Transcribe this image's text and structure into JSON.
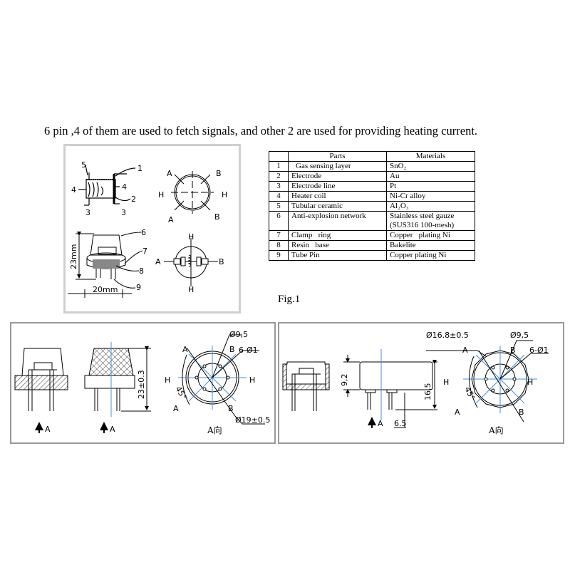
{
  "headline": "6 pin ,4 of them are used to fetch signals, and other 2 are used for providing heating current.",
  "figure_caption": "Fig.1",
  "table": {
    "headers": [
      "",
      "Parts",
      "Materials"
    ],
    "rows": [
      {
        "num": "1",
        "part": "Gas sensing layer",
        "material": "SnO₂"
      },
      {
        "num": "2",
        "part": "Electrode",
        "material": "Au"
      },
      {
        "num": "3",
        "part": "Electrode line",
        "material": "Pt"
      },
      {
        "num": "4",
        "part": "Heater coil",
        "material": "Ni-Cr alloy"
      },
      {
        "num": "5",
        "part": "Tubular ceramic",
        "material": "Al₂O₃"
      },
      {
        "num": "6",
        "part": "Anti-explosion network",
        "material": "Stainless steel gauze (SUS316 100-mesh)"
      },
      {
        "num": "7",
        "part": "Clamp   ring",
        "material": "Copper   plating Ni"
      },
      {
        "num": "8",
        "part": "Resin   base",
        "material": "Bakelite"
      },
      {
        "num": "9",
        "part": "Tube Pin",
        "material": "Copper plating Ni"
      }
    ]
  },
  "fig1": {
    "callouts": [
      "5",
      "1",
      "4",
      "4",
      "2",
      "3",
      "3",
      "6",
      "7",
      "8",
      "9"
    ],
    "pin_labels": {
      "a": "A",
      "b": "B",
      "h": "H"
    },
    "height_dim": "23mm",
    "width_dim": "20mm"
  },
  "left_panel": {
    "view_arrow": "A",
    "height_dim": "23±0.3",
    "inner_dia": "Ø9,5",
    "holes": "6-Ø1",
    "outer_dia": "Ø19±0.5",
    "angle": "45°",
    "pin_a": "A",
    "pin_b": "B",
    "pin_h": "H",
    "view_label": "A向"
  },
  "right_panel": {
    "view_arrow": "A",
    "cap_height": "9,2",
    "total_height": "16,5",
    "pin_length": "6.5",
    "outer_dia": "Ø16.8±0.5",
    "inner_dia": "Ø9,5",
    "holes": "6-Ø1",
    "angle": "45°",
    "pin_a": "A",
    "pin_b": "B",
    "pin_h": "H",
    "view_label": "A向"
  },
  "colors": {
    "centerline": "#4a8fd6",
    "box_border": "#999999",
    "fig_border": "#cfcfcf"
  }
}
